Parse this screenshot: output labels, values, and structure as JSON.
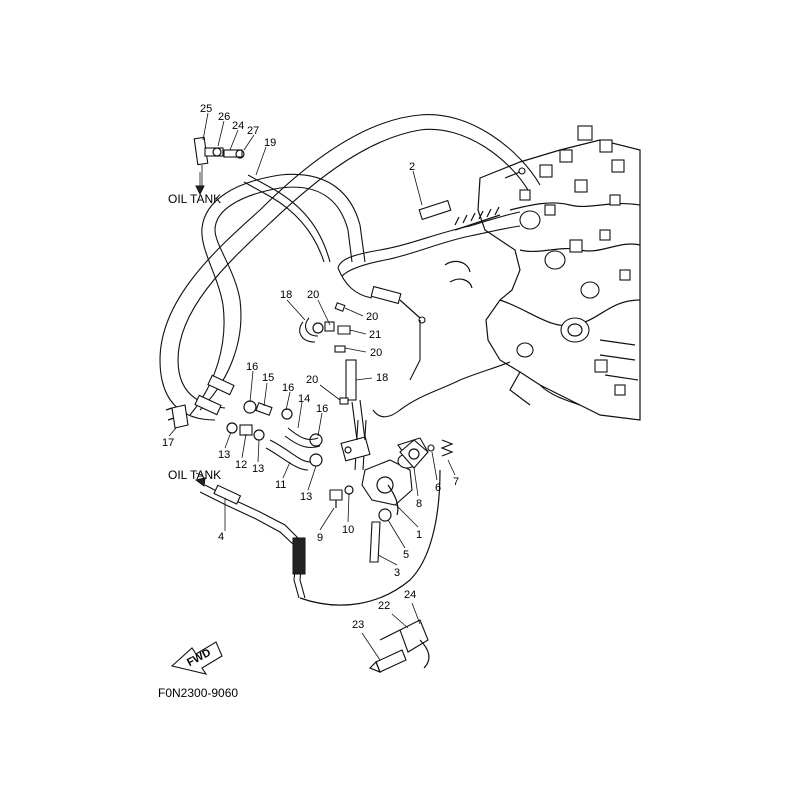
{
  "diagram": {
    "code": "F0N2300-9060",
    "oil_tank_labels": [
      "OIL TANK",
      "OIL TANK"
    ],
    "fwd_label": "FWD",
    "callouts": [
      "1",
      "2",
      "3",
      "4",
      "5",
      "6",
      "7",
      "8",
      "9",
      "10",
      "11",
      "12",
      "13",
      "13",
      "13",
      "14",
      "15",
      "16",
      "16",
      "16",
      "17",
      "18",
      "18",
      "19",
      "20",
      "20",
      "20",
      "20",
      "21",
      "22",
      "23",
      "24",
      "24",
      "25",
      "26",
      "27"
    ]
  }
}
